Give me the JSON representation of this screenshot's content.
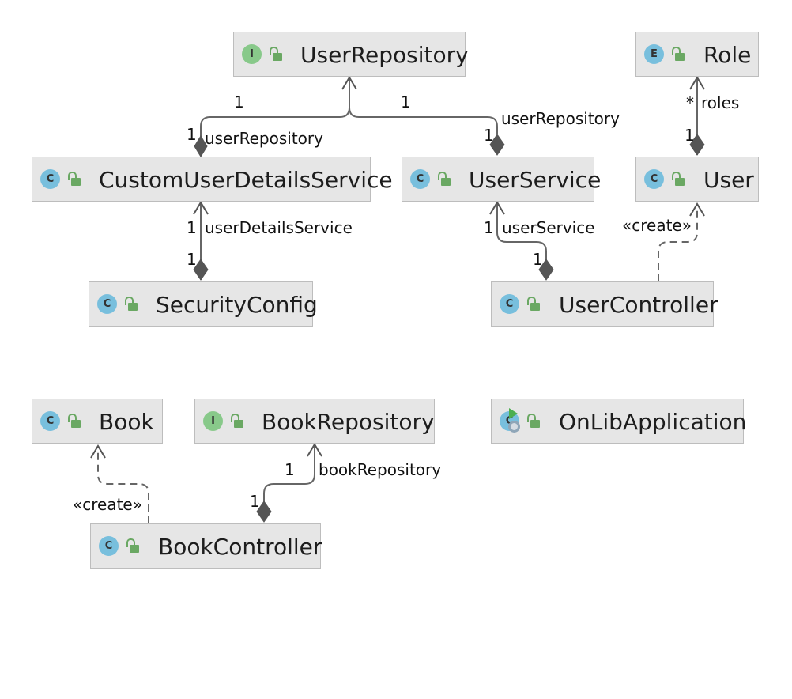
{
  "nodes": {
    "user_repository": {
      "kind_letter": "I",
      "name": "UserRepository"
    },
    "role": {
      "kind_letter": "E",
      "name": "Role"
    },
    "custom_user_details_service": {
      "kind_letter": "C",
      "name": "CustomUserDetailsService"
    },
    "user_service": {
      "kind_letter": "C",
      "name": "UserService"
    },
    "user": {
      "kind_letter": "C",
      "name": "User"
    },
    "security_config": {
      "kind_letter": "C",
      "name": "SecurityConfig"
    },
    "user_controller": {
      "kind_letter": "C",
      "name": "UserController"
    },
    "book": {
      "kind_letter": "C",
      "name": "Book"
    },
    "book_repository": {
      "kind_letter": "I",
      "name": "BookRepository"
    },
    "onlib_application": {
      "kind_letter": "C",
      "name": "OnLibApplication"
    },
    "book_controller": {
      "kind_letter": "C",
      "name": "BookController"
    }
  },
  "relations": {
    "cuds_user_repository": {
      "target_multiplicity": "1",
      "source_multiplicity": "1",
      "role": "userRepository"
    },
    "user_service_user_repository": {
      "target_multiplicity": "1",
      "source_multiplicity": "1",
      "role": "userRepository"
    },
    "user_roles": {
      "target_multiplicity": "*",
      "source_multiplicity": "1",
      "role": "roles"
    },
    "security_config_user_details_service": {
      "target_multiplicity": "1",
      "source_multiplicity": "1",
      "role": "userDetailsService"
    },
    "user_controller_user_service": {
      "target_multiplicity": "1",
      "source_multiplicity": "1",
      "role": "userService"
    },
    "user_controller_creates_user": {
      "stereotype": "«create»"
    },
    "book_controller_book_repository": {
      "target_multiplicity": "1",
      "source_multiplicity": "1",
      "role": "bookRepository"
    },
    "book_controller_creates_book": {
      "stereotype": "«create»"
    }
  },
  "colors": {
    "node_fill": "#e6e6e6",
    "node_border": "#bdbdbd",
    "class_badge": "#78bfdd",
    "interface_badge": "#88c98a",
    "lock_green": "#6aa863",
    "edge": "#666666"
  },
  "icons": {
    "class": "class-badge-icon",
    "interface": "interface-badge-icon",
    "enum": "enum-badge-icon",
    "application": "spring-app-icon",
    "visibility": "unlocked-lock-icon"
  }
}
